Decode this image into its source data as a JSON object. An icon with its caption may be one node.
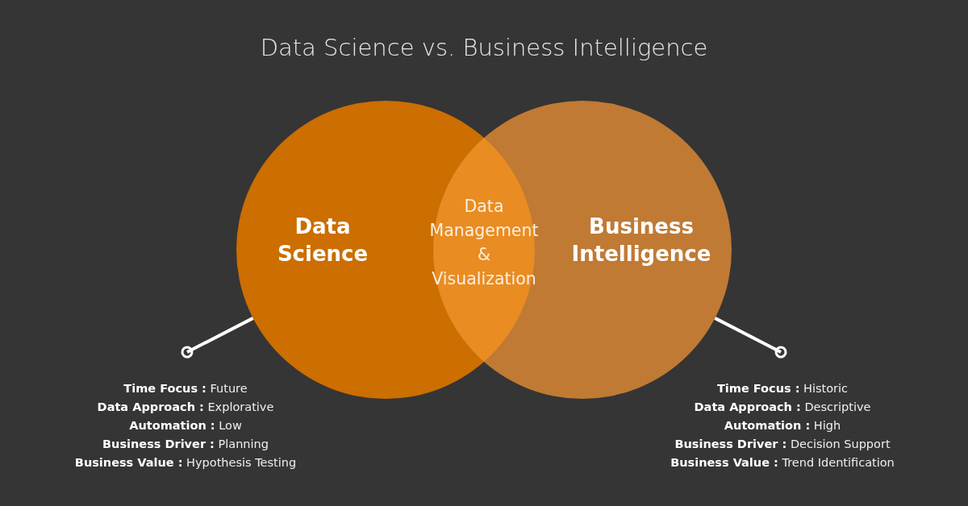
{
  "diagram": {
    "title": "Data Science vs. Business Intelligence",
    "nodes": [
      {
        "text": [
          "Data Science"
        ]
      },
      {
        "text": [
          "Business Intelligence"
        ]
      },
      {
        "text": [
          "Data Management & Visualization"
        ]
      },
      {
        "text": [
          "**Time Focus :** Future",
          "**Data Approach :** Explorative",
          "**Automation :** Low",
          "**Business Driver :** Planning",
          "**Business Value :** Hypothesis Testing"
        ]
      },
      {
        "text": [
          "**Time Focus :** Historic",
          "**Data Approach :** Descriptive",
          "**Automation :** High",
          "**Business Driver :** Decision Support",
          "**Business Value :** Trend Identification"
        ]
      }
    ],
    "edges": [
      {
        "from": 3,
        "to": 0,
        "arrow": "other"
      },
      {
        "from": 4,
        "to": 1,
        "arrow": "other"
      }
    ]
  }
}
